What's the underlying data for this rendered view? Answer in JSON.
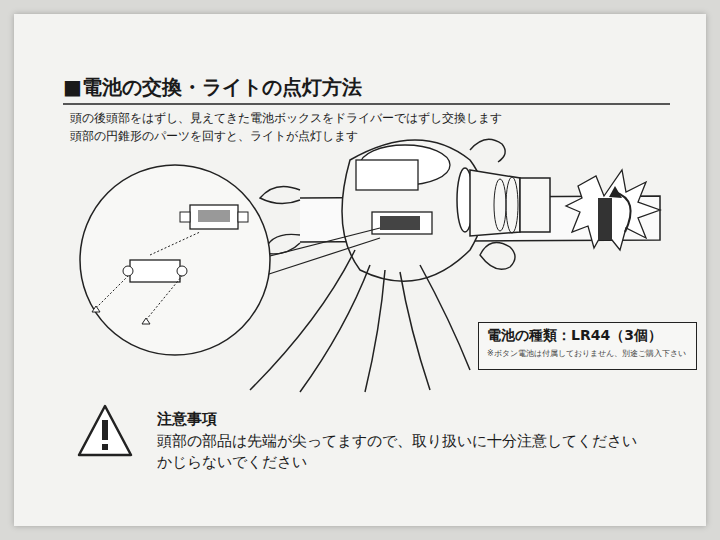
{
  "diagram": {
    "title": "■電池の交換・ライトの点灯方法",
    "nodes": [
      {
        "text": [
          "電池の種類：LR44（3個）",
          "※ボタン電池は付属しておりません、別途ご購入下さい"
        ]
      }
    ],
    "labels": [
      "頭の後頭部をはずし、見えてきた電池ボックスをドライバーではずし交換します",
      "頭部の円錐形のパーツを回すと、ライトが点灯します",
      "注意事項",
      "頭部の部品は先端が尖ってますので、取り扱いに十分注意してください",
      "かじらないでください"
    ]
  }
}
